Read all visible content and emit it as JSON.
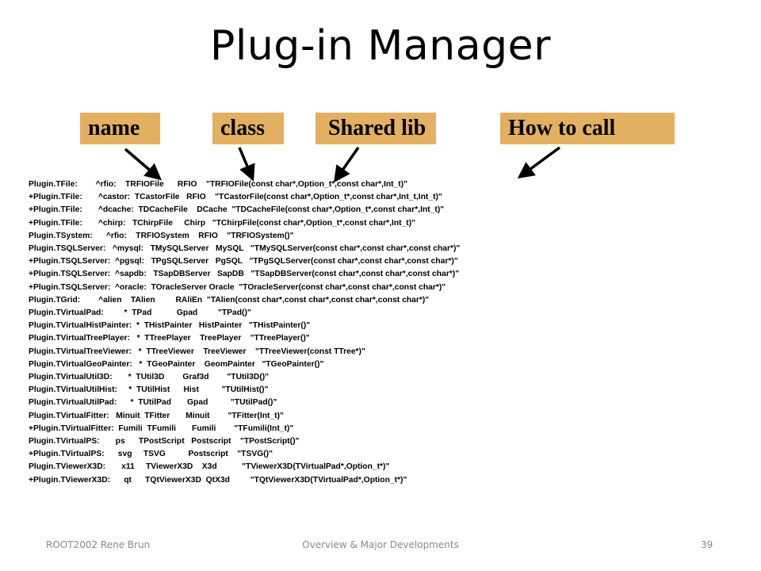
{
  "title": "Plug-in Manager",
  "headers": {
    "name": "name",
    "class": "class",
    "shared_lib": "Shared lib",
    "how_to_call": "How to call"
  },
  "colors": {
    "header_box": "#e3b061",
    "footer_text": "#8a8a8a"
  },
  "lines": [
    "Plugin.TFile:        ^rfio:    TRFIOFile      RFIO    \"TRFIOFile(const char*,Option_t*,const char*,Int_t)\"",
    "+Plugin.TFile:       ^castor:  TCastorFile   RFIO    \"TCastorFile(const char*,Option_t*,const char*,Int_t,Int_t)\"",
    "+Plugin.TFile:       ^dcache:  TDCacheFile    DCache  \"TDCacheFile(const char*,Option_t*,const char*,Int_t)\"",
    "+Plugin.TFile:       ^chirp:   TChirpFile     Chirp   \"TChirpFile(const char*,Option_t*,const char*,Int_t)\"",
    "Plugin.TSystem:      ^rfio:    TRFIOSystem    RFIO    \"TRFIOSystem()\"",
    "Plugin.TSQLServer:   ^mysql:   TMySQLServer   MySQL   \"TMySQLServer(const char*,const char*,const char*)\"",
    "+Plugin.TSQLServer:  ^pgsql:   TPgSQLServer   PgSQL   \"TPgSQLServer(const char*,const char*,const char*)\"",
    "+Plugin.TSQLServer:  ^sapdb:   TSapDBServer   SapDB   \"TSapDBServer(const char*,const char*,const char*)\"",
    "+Plugin.TSQLServer:  ^oracle:  TOracleServer Oracle  \"TOracleServer(const char*,const char*,const char*)\"",
    "Plugin.TGrid:        ^alien    TAlien         RAliEn  \"TAlien(const char*,const char*,const char*,const char*)\"",
    "Plugin.TVirtualPad:         *  TPad           Gpad         \"TPad()\"",
    "Plugin.TVirtualHistPainter:  *  THistPainter   HistPainter   \"THistPainter()\"",
    "Plugin.TVirtualTreePlayer:   *  TTreePlayer    TreePlayer    \"TTreePlayer()\"",
    "Plugin.TVirtualTreeViewer:   *  TTreeViewer    TreeViewer    \"TTreeViewer(const TTree*)\"",
    "Plugin.TVirtualGeoPainter:   *  TGeoPainter    GeomPainter   \"TGeoPainter()\"",
    "Plugin.TVirtualUtil3D:       *  TUtil3D        Graf3d        \"TUtil3D()\"",
    "Plugin.TVirtualUtilHist:     *  TUtilHist      Hist          \"TUtilHist()\"",
    "Plugin.TVirtualUtilPad:      *  TUtilPad       Gpad          \"TUtilPad()\"",
    "Plugin.TVirtualFitter:   Minuit  TFitter       Minuit        \"TFitter(Int_t)\"",
    "+Plugin.TVirtualFitter:  Fumili  TFumili       Fumili        \"TFumili(Int_t)\"",
    "Plugin.TVirtualPS:       ps      TPostScript   Postscript    \"TPostScript()\"",
    "+Plugin.TVirtualPS:      svg     TSVG          Postscript    \"TSVG()\"",
    "Plugin.TViewerX3D:       x11     TViewerX3D    X3d           \"TViewerX3D(TVirtualPad*,Option_t*)\"",
    "+Plugin.TViewerX3D:      qt      TQtViewerX3D  QtX3d         \"TQtViewerX3D(TVirtualPad*,Option_t*)\""
  ],
  "footer": {
    "left": "ROOT2002  Rene Brun",
    "center": "Overview & Major Developments",
    "page": "39"
  }
}
